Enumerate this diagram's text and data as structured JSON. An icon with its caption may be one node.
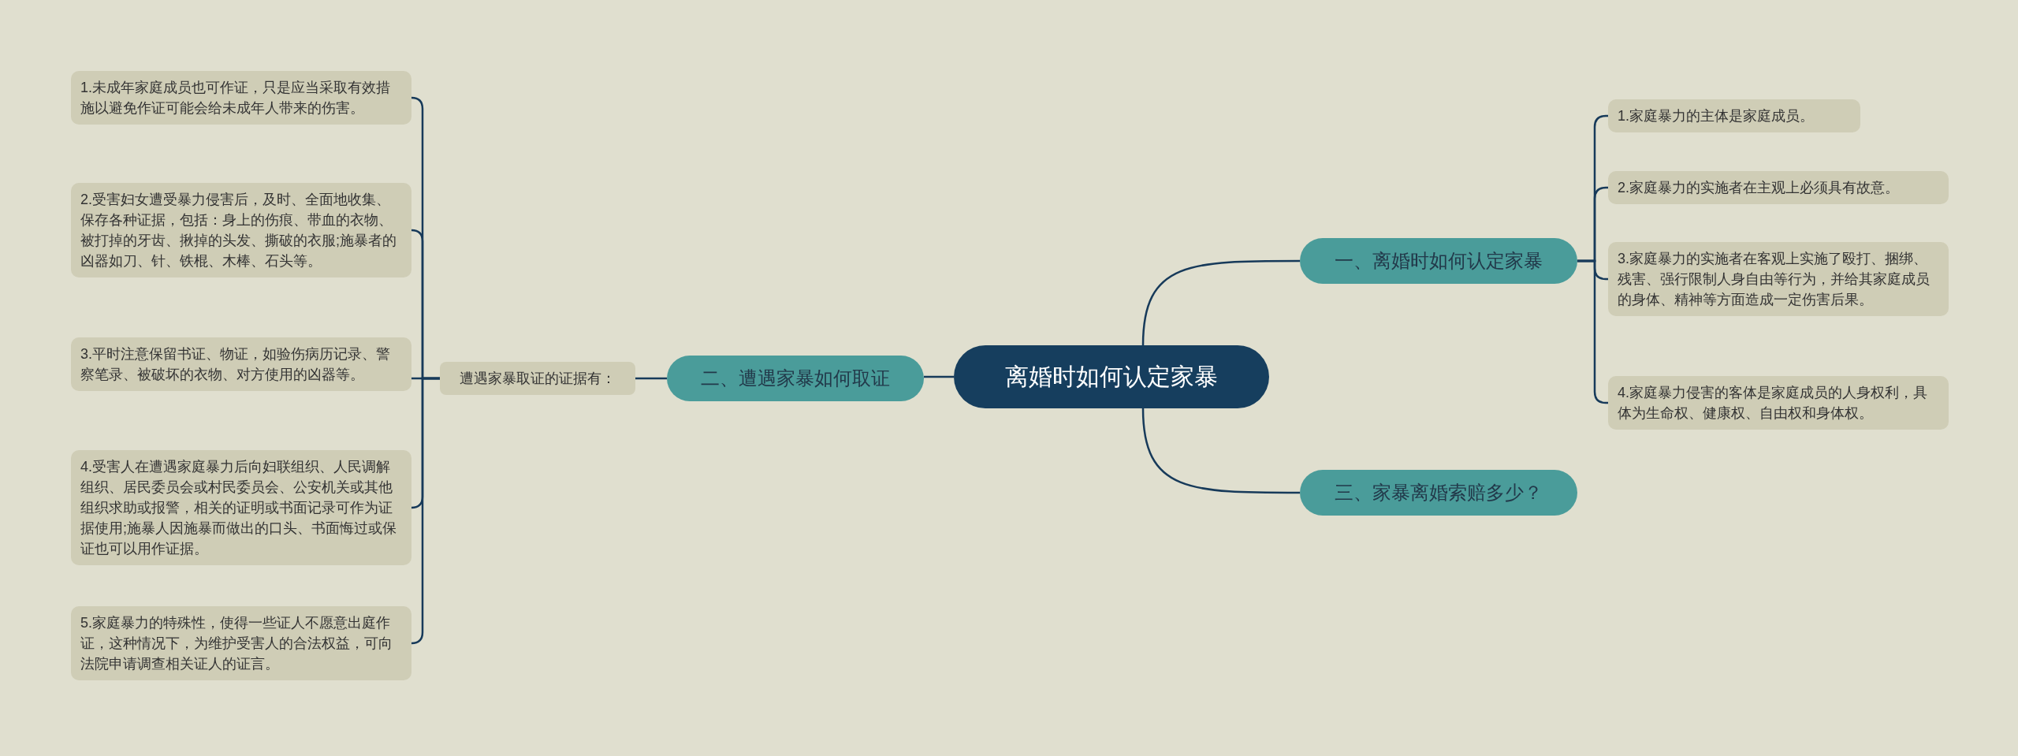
{
  "diagram": {
    "nodes": [
      {
        "text": [
          "离婚时如何认定家暴"
        ]
      },
      {
        "text": [
          "一、离婚时如何认定家暴"
        ]
      },
      {
        "text": [
          "1.家庭暴力的主体是家庭成员。"
        ]
      },
      {
        "text": [
          "2.家庭暴力的实施者在主观上必须具有故意。"
        ]
      },
      {
        "text": [
          "3.家庭暴力的实施者在客观上实施了殴打、捆绑、残害、强行限制人身自由等行为，并给其家庭成员的身体、精神等方面造成一定伤害后果。"
        ]
      },
      {
        "text": [
          "4.家庭暴力侵害的客体是家庭成员的人身权利，具体为生命权、健康权、自由权和身体权。"
        ]
      },
      {
        "text": [
          "二、遭遇家暴如何取证"
        ]
      },
      {
        "text": [
          "遭遇家暴取证的证据有："
        ]
      },
      {
        "text": [
          "1.未成年家庭成员也可作证，只是应当采取有效措施以避免作证可能会给未成年人带来的伤害。"
        ]
      },
      {
        "text": [
          "2.受害妇女遭受暴力侵害后，及时、全面地收集、保存各种证据，包括：身上的伤痕、带血的衣物、被打掉的牙齿、揪掉的头发、撕破的衣服;施暴者的凶器如刀、针、铁棍、木棒、石头等。"
        ]
      },
      {
        "text": [
          "3.平时注意保留书证、物证，如验伤病历记录、警察笔录、被破坏的衣物、对方使用的凶器等。"
        ]
      },
      {
        "text": [
          "4.受害人在遭遇家庭暴力后向妇联组织、人民调解组织、居民委员会或村民委员会、公安机关或其他组织求助或报警，相关的证明或书面记录可作为证据使用;施暴人因施暴而做出的口头、书面悔过或保证也可以用作证据。"
        ]
      },
      {
        "text": [
          "5.家庭暴力的特殊性，使得一些证人不愿意出庭作证，这种情况下，为维护受害人的合法权益，可向法院申请调查相关证人的证言。"
        ]
      },
      {
        "text": [
          "三、家暴离婚索赔多少？"
        ]
      }
    ],
    "edges": [
      {
        "from": 0,
        "to": 1,
        "arrow": "none"
      },
      {
        "from": 1,
        "to": 2,
        "arrow": "none"
      },
      {
        "from": 1,
        "to": 3,
        "arrow": "none"
      },
      {
        "from": 1,
        "to": 4,
        "arrow": "none"
      },
      {
        "from": 1,
        "to": 5,
        "arrow": "none"
      },
      {
        "from": 0,
        "to": 6,
        "arrow": "none"
      },
      {
        "from": 6,
        "to": 7,
        "arrow": "none"
      },
      {
        "from": 7,
        "to": 8,
        "arrow": "none"
      },
      {
        "from": 7,
        "to": 9,
        "arrow": "none"
      },
      {
        "from": 7,
        "to": 10,
        "arrow": "none"
      },
      {
        "from": 7,
        "to": 11,
        "arrow": "none"
      },
      {
        "from": 7,
        "to": 12,
        "arrow": "none"
      },
      {
        "from": 0,
        "to": 13,
        "arrow": "none"
      }
    ]
  }
}
